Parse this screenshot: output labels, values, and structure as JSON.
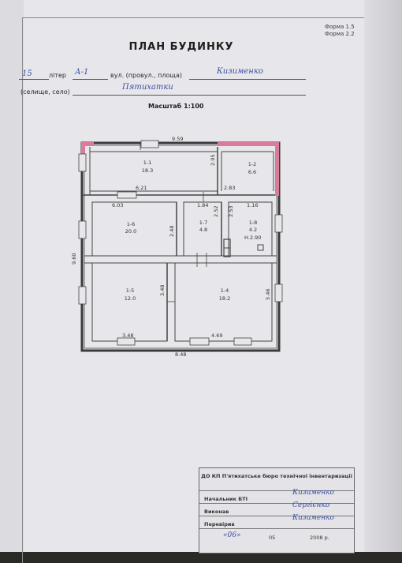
{
  "form": {
    "line1": "Форма 1.5",
    "line2": "Форма 2.2"
  },
  "title": "ПЛАН БУДИНКУ",
  "address": {
    "number": "15",
    "letter_label": "літер",
    "letter_value": "А-1",
    "street_label": "вул. (провул., площа)",
    "street_value": "Кизименко",
    "village_label": "(селище, село)",
    "village_value": "Пятихатки"
  },
  "scale": "Масштаб 1:100",
  "plan": {
    "dims": [
      "9.59",
      "6.21",
      "2.83",
      "6.03",
      "1.84",
      "1.16",
      "Н.2.90",
      "3.48",
      "4.69",
      "8.48",
      "9.60",
      "5.46",
      "3.48",
      "2.48",
      "2.52",
      "2.53",
      "2.95"
    ],
    "rooms": [
      {
        "num": "1-1",
        "area": "18.3"
      },
      {
        "num": "1-2",
        "area": "6.6"
      },
      {
        "num": "1-6",
        "area": "20.0"
      },
      {
        "num": "1-7",
        "area": "4.8"
      },
      {
        "num": "1-8",
        "area": "4.2"
      },
      {
        "num": "1-5",
        "area": "12.0"
      },
      {
        "num": "1-4",
        "area": "18.2"
      }
    ]
  },
  "stamp": {
    "org": "ДО КП П'ятихатське бюро технічної інвентаризації",
    "head_label": "Начальник БТІ",
    "head_signature": "Кизименко",
    "executor_label": "Виконав",
    "executor_signature": "Сергієнко",
    "checker_label": "Перевірив",
    "checker_signature": "Кизименко",
    "day": "«06»",
    "month": "05",
    "year": "2008 р."
  }
}
